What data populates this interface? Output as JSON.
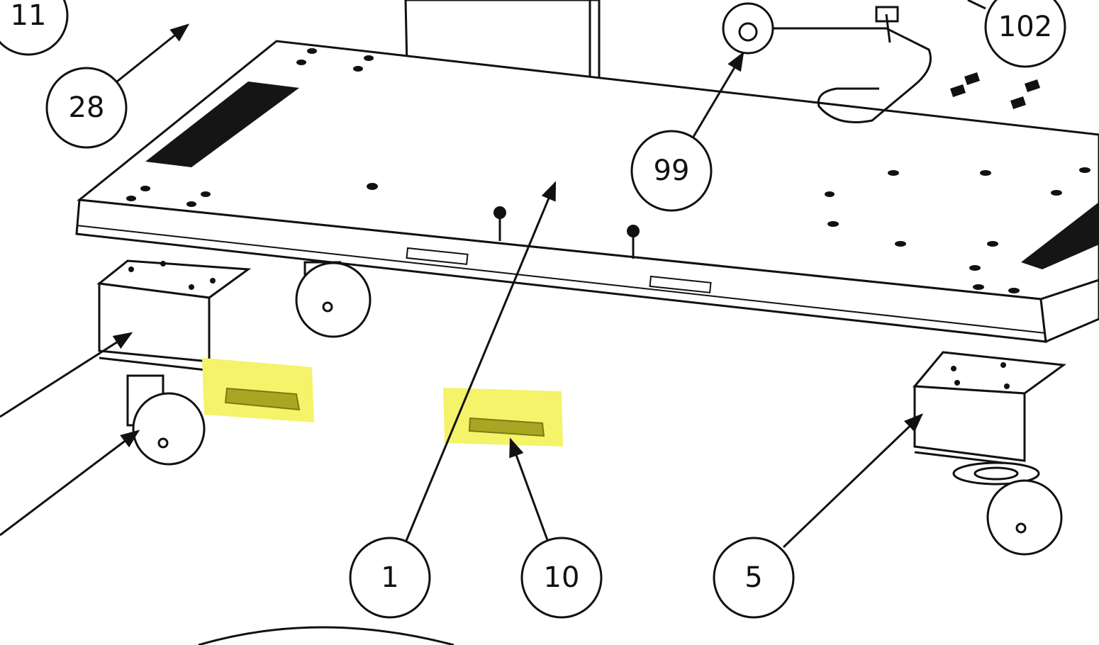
{
  "diagram": {
    "callouts": [
      {
        "id": "callout-11",
        "label": "11"
      },
      {
        "id": "callout-28",
        "label": "28"
      },
      {
        "id": "callout-102",
        "label": "102"
      },
      {
        "id": "callout-99",
        "label": "99"
      },
      {
        "id": "callout-1",
        "label": "1"
      },
      {
        "id": "callout-10",
        "label": "10"
      },
      {
        "id": "callout-5",
        "label": "5"
      }
    ],
    "colors": {
      "highlight": "#f4f36a",
      "highlighted_part": "#a9a623",
      "line": "#111111"
    }
  }
}
